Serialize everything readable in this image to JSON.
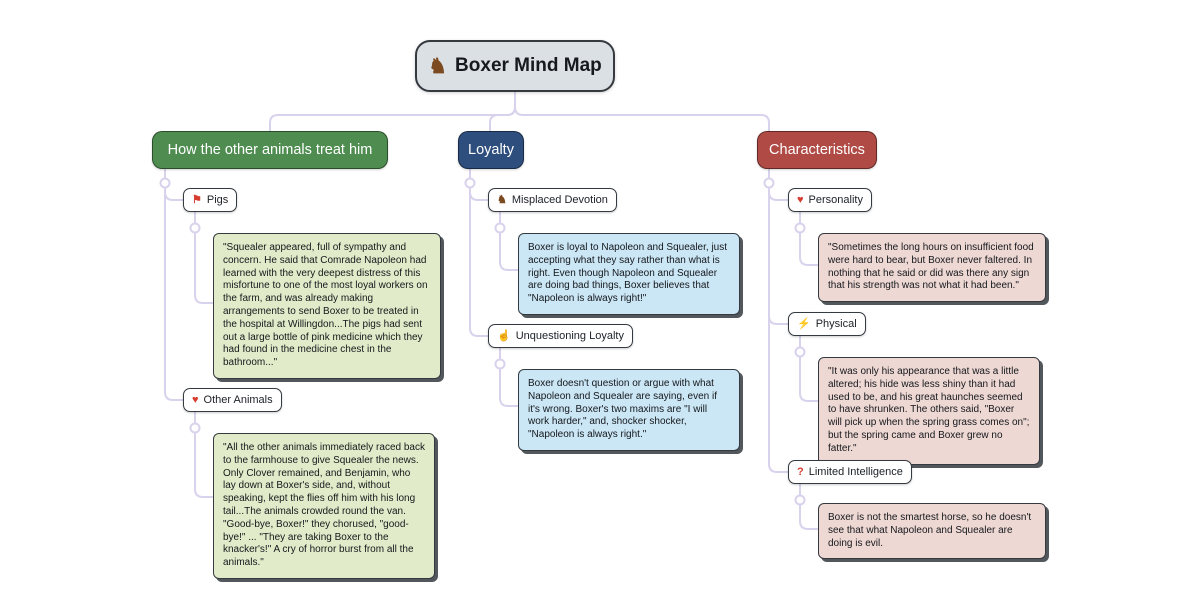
{
  "canvas": {
    "background": "#ffffff",
    "connector_color": "#d9d2ec"
  },
  "root": {
    "icon": "horse-icon",
    "glyph": "♞",
    "glyph_color": "#7b4a21",
    "label": "Boxer Mind Map",
    "color": "#dbe0e4"
  },
  "branches": [
    {
      "label": "How the other animals treat him",
      "color": "#4e8c50",
      "note_color": "#e1ebc9",
      "children": [
        {
          "icon": "flag-icon",
          "glyph": "⚑",
          "glyph_color": "#d63c2f",
          "label": "Pigs",
          "note": "\"Squealer appeared, full of sympathy and concern. He said that Comrade Napoleon had learned with the very deepest distress of this misfortune to one of the most loyal workers on the farm, and was already making arrangements to send Boxer to be treated in the hospital at Willingdon...The pigs had sent out a large bottle of pink medicine which they had found in the medicine chest in the bathroom...\""
        },
        {
          "icon": "heart-icon",
          "glyph": "♥",
          "glyph_color": "#d63c2f",
          "label": "Other Animals",
          "note": "\"All the other animals immediately raced back to the farmhouse to give Squealer the news. Only Clover remained, and Benjamin, who lay down at Boxer's side, and, without speaking, kept the flies off him with his long tail...The animals crowded round the van. \"Good-bye, Boxer!\" they chorused, \"good-bye!\" ... \"They are taking Boxer to the knacker's!\" A cry of horror burst from all the animals.\""
        }
      ]
    },
    {
      "label": "Loyalty",
      "color": "#2e4e7e",
      "note_color": "#cbe6f5",
      "children": [
        {
          "icon": "horse-icon",
          "glyph": "♞",
          "glyph_color": "#7b4a21",
          "label": "Misplaced Devotion",
          "note": "Boxer is loyal to Napoleon and Squealer, just accepting what they say rather than what is right. Even though Napoleon and Squealer are doing bad things, Boxer believes that \"Napoleon is always right!\""
        },
        {
          "icon": "thumbs-up-icon",
          "glyph": "☝",
          "glyph_color": "#c98f4e",
          "label": "Unquestioning Loyalty",
          "note": "Boxer doesn't question or argue with what Napoleon and Squealer are saying, even if it's wrong. Boxer's two maxims are \"I will work harder,\" and, shocker shocker, \"Napoleon is always right.\""
        }
      ]
    },
    {
      "label": "Characteristics",
      "color": "#b04a45",
      "note_color": "#eed8d4",
      "children": [
        {
          "icon": "heart-icon",
          "glyph": "♥",
          "glyph_color": "#d63c2f",
          "label": "Personality",
          "note": "\"Sometimes the long hours on insufficient food were hard to bear, but Boxer never faltered. In nothing that he said or did was there any sign that his strength was not what it had been.\""
        },
        {
          "icon": "muscle-icon",
          "glyph": "⚡",
          "glyph_color": "#d9a43b",
          "label": "Physical",
          "note": "\"It was only his appearance that was a little altered; his hide was less shiny than it had used to be, and his great haunches seemed to have shrunken. The others said, \"Boxer will pick up when the spring grass comes on\"; but the spring came and Boxer grew no fatter.\""
        },
        {
          "icon": "question-icon",
          "glyph": "?",
          "glyph_color": "#d63c2f",
          "label": "Limited Intelligence",
          "note": "Boxer is not the smartest horse, so he doesn't see that what Napoleon and Squealer are doing is evil."
        }
      ]
    }
  ]
}
